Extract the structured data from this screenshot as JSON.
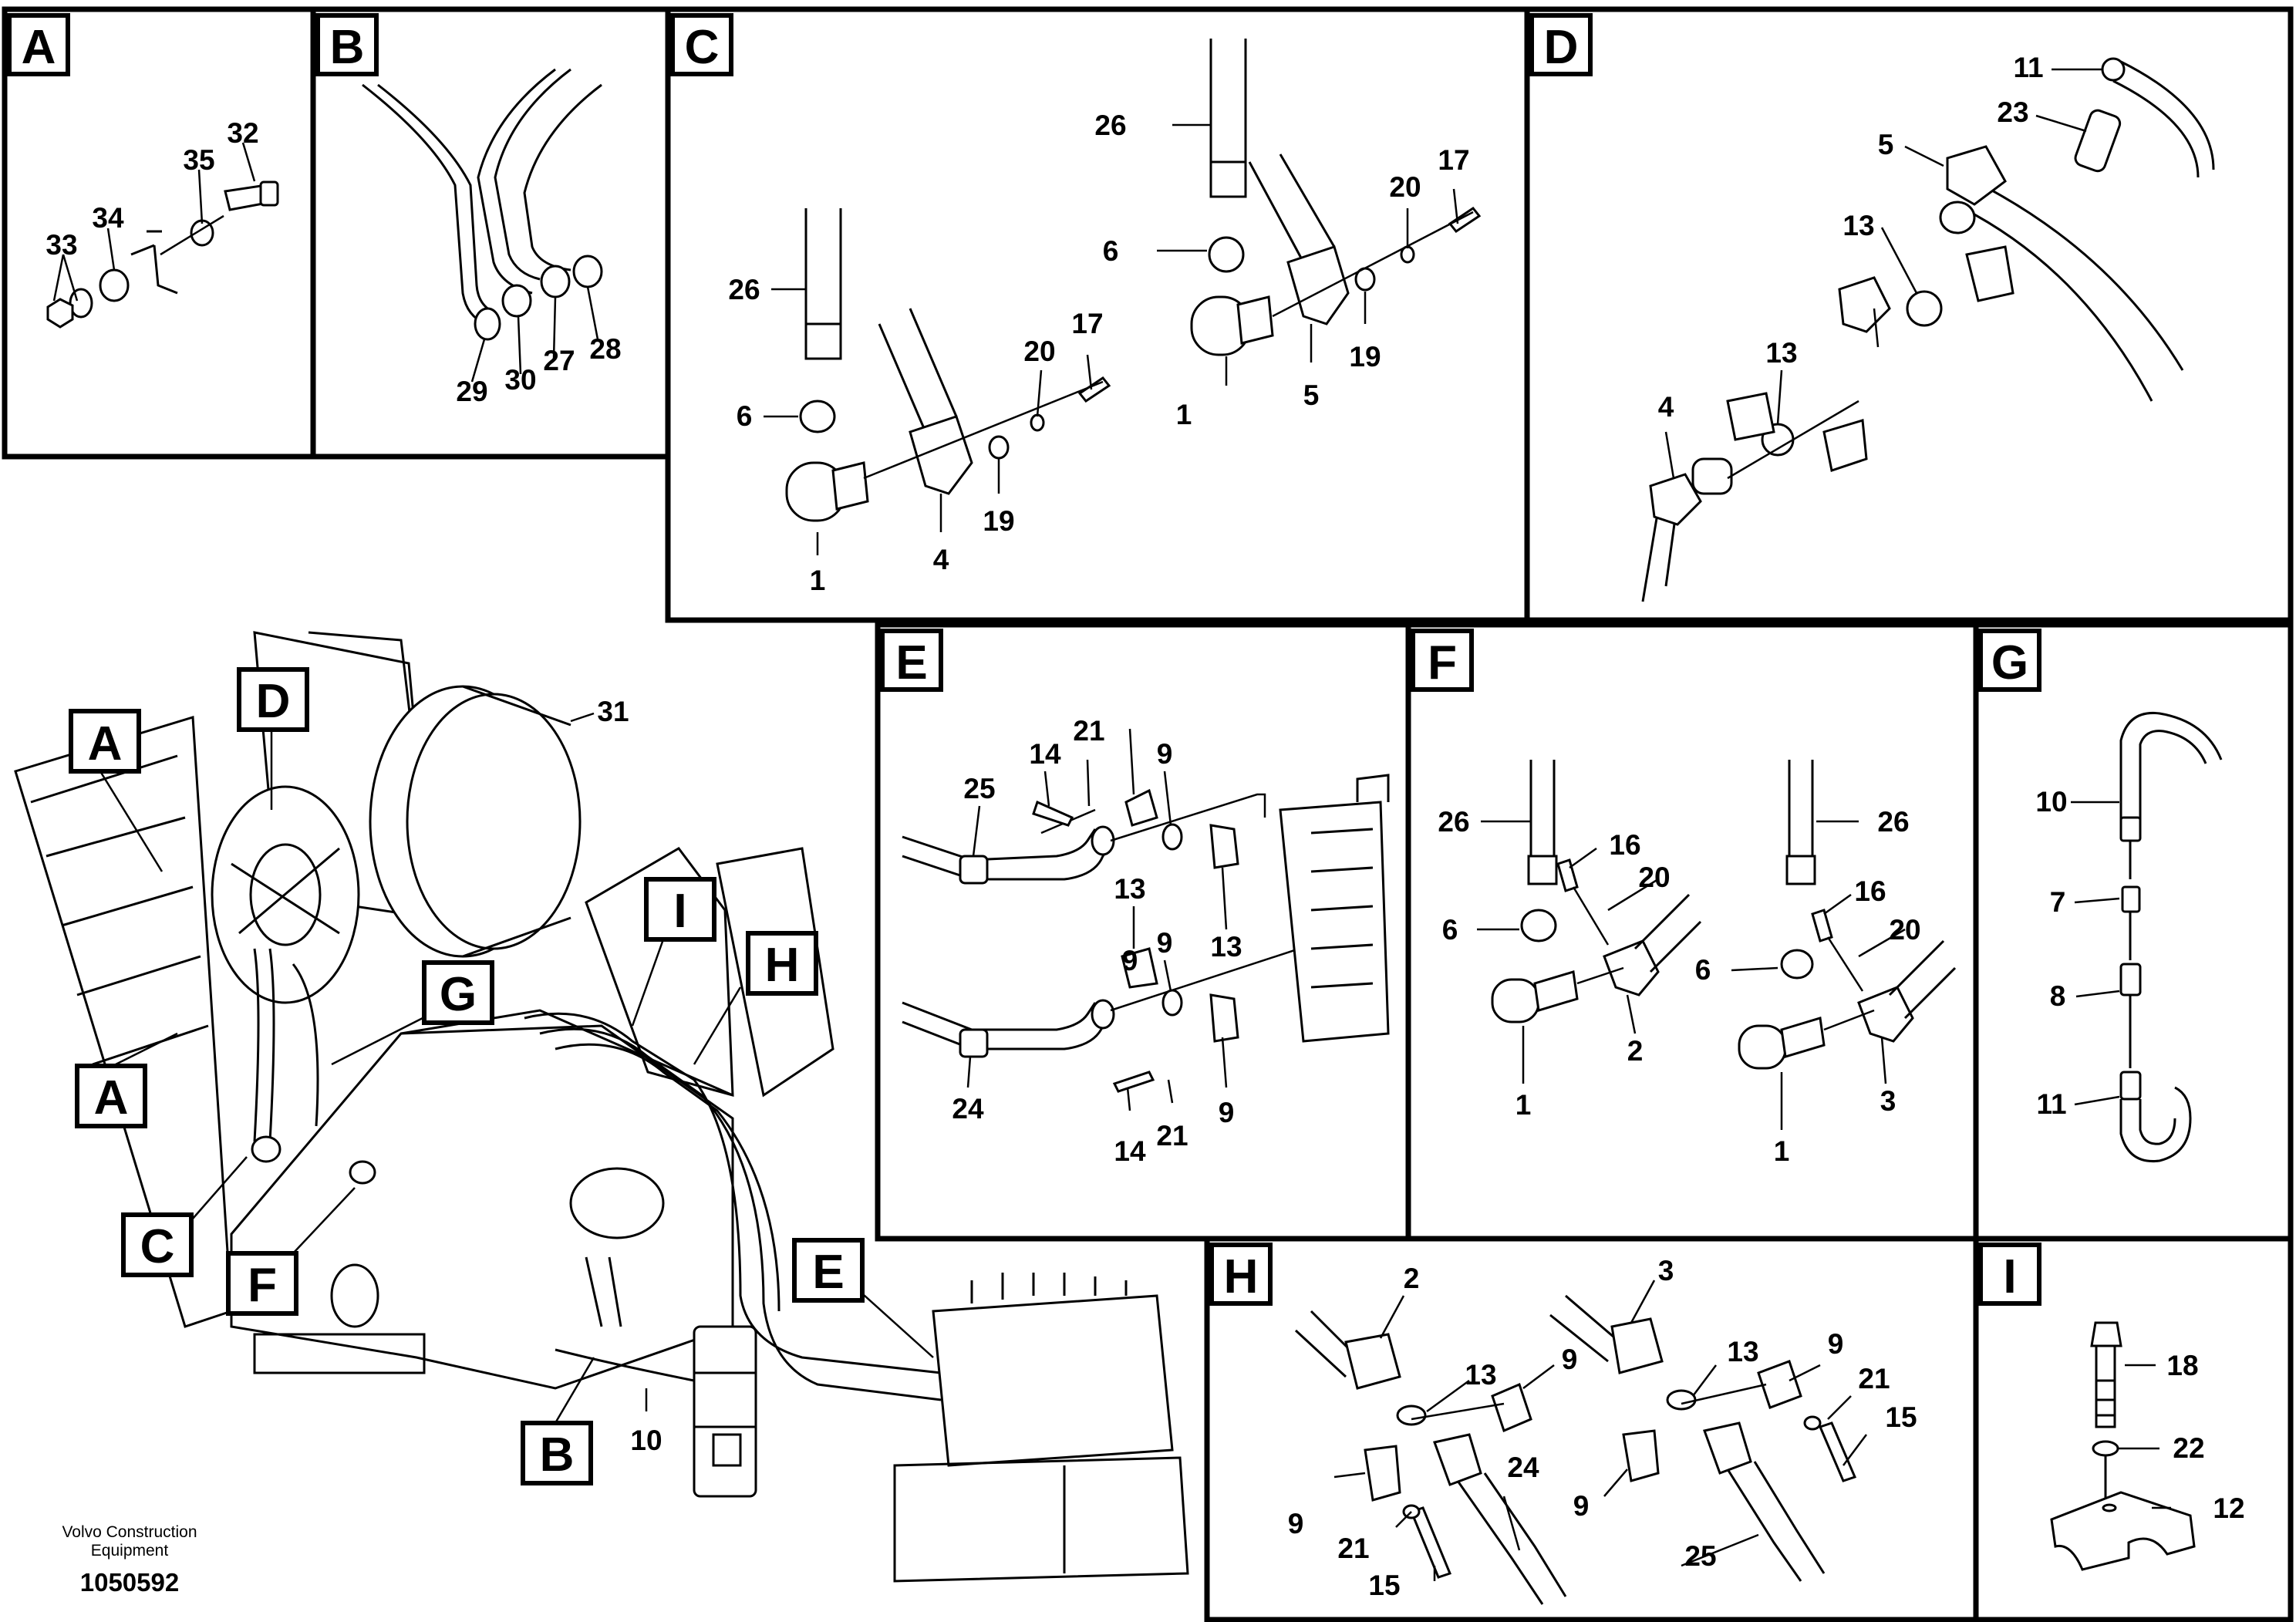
{
  "panels": {
    "A": {
      "tag": "A",
      "callouts": [
        "33",
        "34",
        "35",
        "32"
      ]
    },
    "B": {
      "tag": "B",
      "callouts": [
        "29",
        "30",
        "27",
        "28"
      ]
    },
    "C": {
      "tag": "C",
      "callouts": [
        "26",
        "6",
        "1",
        "4",
        "19",
        "20",
        "17",
        "26",
        "6",
        "1",
        "5",
        "19",
        "20",
        "17"
      ]
    },
    "D": {
      "tag": "D",
      "callouts": [
        "11",
        "23",
        "5",
        "13",
        "4",
        "13"
      ]
    },
    "E": {
      "tag": "E",
      "callouts": [
        "25",
        "14",
        "21",
        "9",
        "13",
        "9",
        "13",
        "9",
        "24",
        "14",
        "21",
        "9"
      ]
    },
    "F": {
      "tag": "F",
      "callouts": [
        "26",
        "16",
        "20",
        "6",
        "1",
        "2",
        "26",
        "16",
        "20",
        "6",
        "1",
        "3"
      ]
    },
    "G": {
      "tag": "G",
      "callouts": [
        "10",
        "7",
        "8",
        "11"
      ]
    },
    "H": {
      "tag": "H",
      "callouts": [
        "2",
        "13",
        "9",
        "9",
        "21",
        "15",
        "24",
        "3",
        "13",
        "9",
        "21",
        "15",
        "9",
        "25"
      ]
    },
    "I": {
      "tag": "I",
      "callouts": [
        "18",
        "22",
        "12"
      ]
    }
  },
  "overview": {
    "tags": [
      "A",
      "D",
      "A",
      "G",
      "I",
      "H",
      "C",
      "F",
      "E",
      "B"
    ],
    "callouts": [
      "31",
      "10"
    ]
  },
  "footer": {
    "company_line1": "Volvo Construction",
    "company_line2": "Equipment",
    "drawing_number": "1050592"
  }
}
